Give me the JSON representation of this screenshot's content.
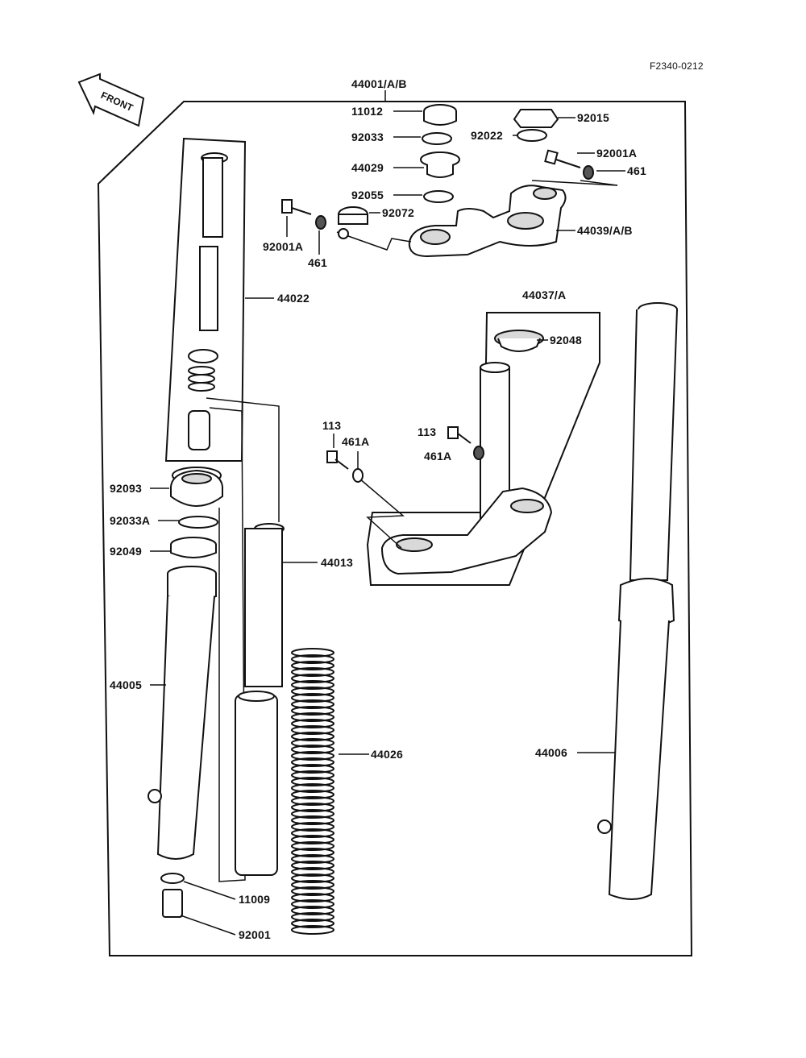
{
  "drawing_code": "F2340-0212",
  "front_arrow_label": "FRONT",
  "labels": {
    "p44001": "44001/A/B",
    "p11012": "11012",
    "p92033": "92033",
    "p44029": "44029",
    "p92055": "92055",
    "p92072": "92072",
    "p92001A_left": "92001A",
    "p461_left": "461",
    "p92015": "92015",
    "p92022": "92022",
    "p92001A_right": "92001A",
    "p461_right": "461",
    "p44039": "44039/A/B",
    "p44022": "44022",
    "p44037": "44037/A",
    "p92048": "92048",
    "p113_left": "113",
    "p461A_left": "461A",
    "p113_right": "113",
    "p461A_right": "461A",
    "p92093": "92093",
    "p92033A": "92033A",
    "p92049": "92049",
    "p44013": "44013",
    "p44005": "44005",
    "p44026": "44026",
    "p44006": "44006",
    "p11009": "11009",
    "p92001": "92001"
  }
}
